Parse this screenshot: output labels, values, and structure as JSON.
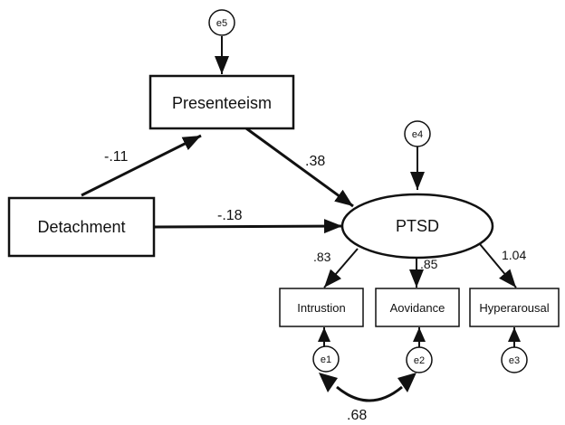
{
  "nodes": {
    "presenteeism": "Presenteeism",
    "detachment": "Detachment",
    "ptsd": "PTSD",
    "intrustion": "Intrustion",
    "aovidance": "Aovidance",
    "hyperarousal": "Hyperarousal",
    "e1": "e1",
    "e2": "e2",
    "e3": "e3",
    "e4": "e4",
    "e5": "e5"
  },
  "coefficients": {
    "detachment_presenteeism": "-.11",
    "presenteeism_ptsd": ".38",
    "detachment_ptsd": "-.18",
    "ptsd_intrustion": ".83",
    "ptsd_aovidance": ".85",
    "ptsd_hyperarousal": "1.04",
    "e1_e2": ".68"
  },
  "colors": {
    "stroke": "#111111",
    "background": "#ffffff"
  }
}
